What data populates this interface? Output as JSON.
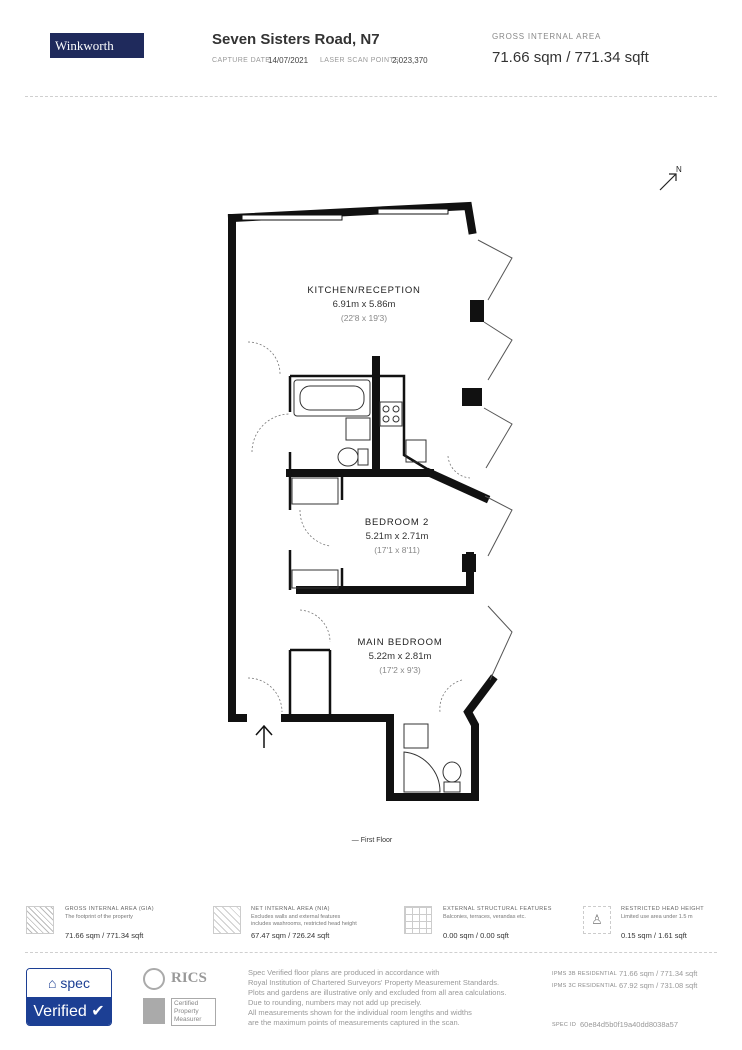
{
  "header": {
    "logo": "Winkworth",
    "address": "Seven Sisters Road, N7",
    "capture_date_label": "CAPTURE DATE",
    "capture_date": "14/07/2021",
    "scan_points_label": "LASER SCAN POINTS",
    "scan_points": "2,023,370",
    "gia_label": "GROSS INTERNAL AREA",
    "gia_value": "71.66 sqm / 771.34 sqft"
  },
  "plan": {
    "compass": "N",
    "floor_label": "— First Floor",
    "rooms": [
      {
        "name": "KITCHEN/RECEPTION",
        "metric": "6.91m x 5.86m",
        "imperial": "(22'8 x 19'3)"
      },
      {
        "name": "BEDROOM 2",
        "metric": "5.21m x 2.71m",
        "imperial": "(17'1 x 8'11)"
      },
      {
        "name": "MAIN BEDROOM",
        "metric": "5.22m x 2.81m",
        "imperial": "(17'2 x 9'3)"
      }
    ]
  },
  "legend": [
    {
      "title": "GROSS INTERNAL AREA (GIA)",
      "desc": [
        "The footprint of the property"
      ],
      "value": "71.66 sqm / 771.34 sqft"
    },
    {
      "title": "NET INTERNAL AREA (NIA)",
      "desc": [
        "Excludes walls and external features",
        "includes washrooms, restricted head height"
      ],
      "value": "67.47 sqm / 726.24 sqft"
    },
    {
      "title": "EXTERNAL STRUCTURAL FEATURES",
      "desc": [
        "Balconies, terraces, verandas etc."
      ],
      "value": "0.00 sqm / 0.00 sqft"
    },
    {
      "title": "RESTRICTED HEAD HEIGHT",
      "desc": [
        "Limited use area under 1.5 m"
      ],
      "value": "0.15 sqm / 1.61 sqft"
    }
  ],
  "footer": {
    "spec_label": "spec",
    "verified_label": "Verified",
    "rics_label": "RICS",
    "rics_cert": [
      "Certified",
      "Property",
      "Measurer"
    ],
    "disclaimer": [
      "Spec Verified floor plans are produced in accordance with",
      "Royal Institution of Chartered Surveyors' Property Measurement Standards.",
      "Plots and gardens are illustrative only and excluded from all area calculations.",
      "Due to rounding, numbers may not add up precisely.",
      "All measurements shown for the individual room lengths and widths",
      "are the maximum points of measurements captured in the scan."
    ],
    "ipms3b_label": "IPMS 3B RESIDENTIAL",
    "ipms3b_value": "71.66 sqm / 771.34 sqft",
    "ipms3c_label": "IPMS 3C RESIDENTIAL",
    "ipms3c_value": "67.92 sqm / 731.08 sqft",
    "spec_id_label": "SPEC ID",
    "spec_id": "60e84d5b0f19a40dd8038a57"
  }
}
